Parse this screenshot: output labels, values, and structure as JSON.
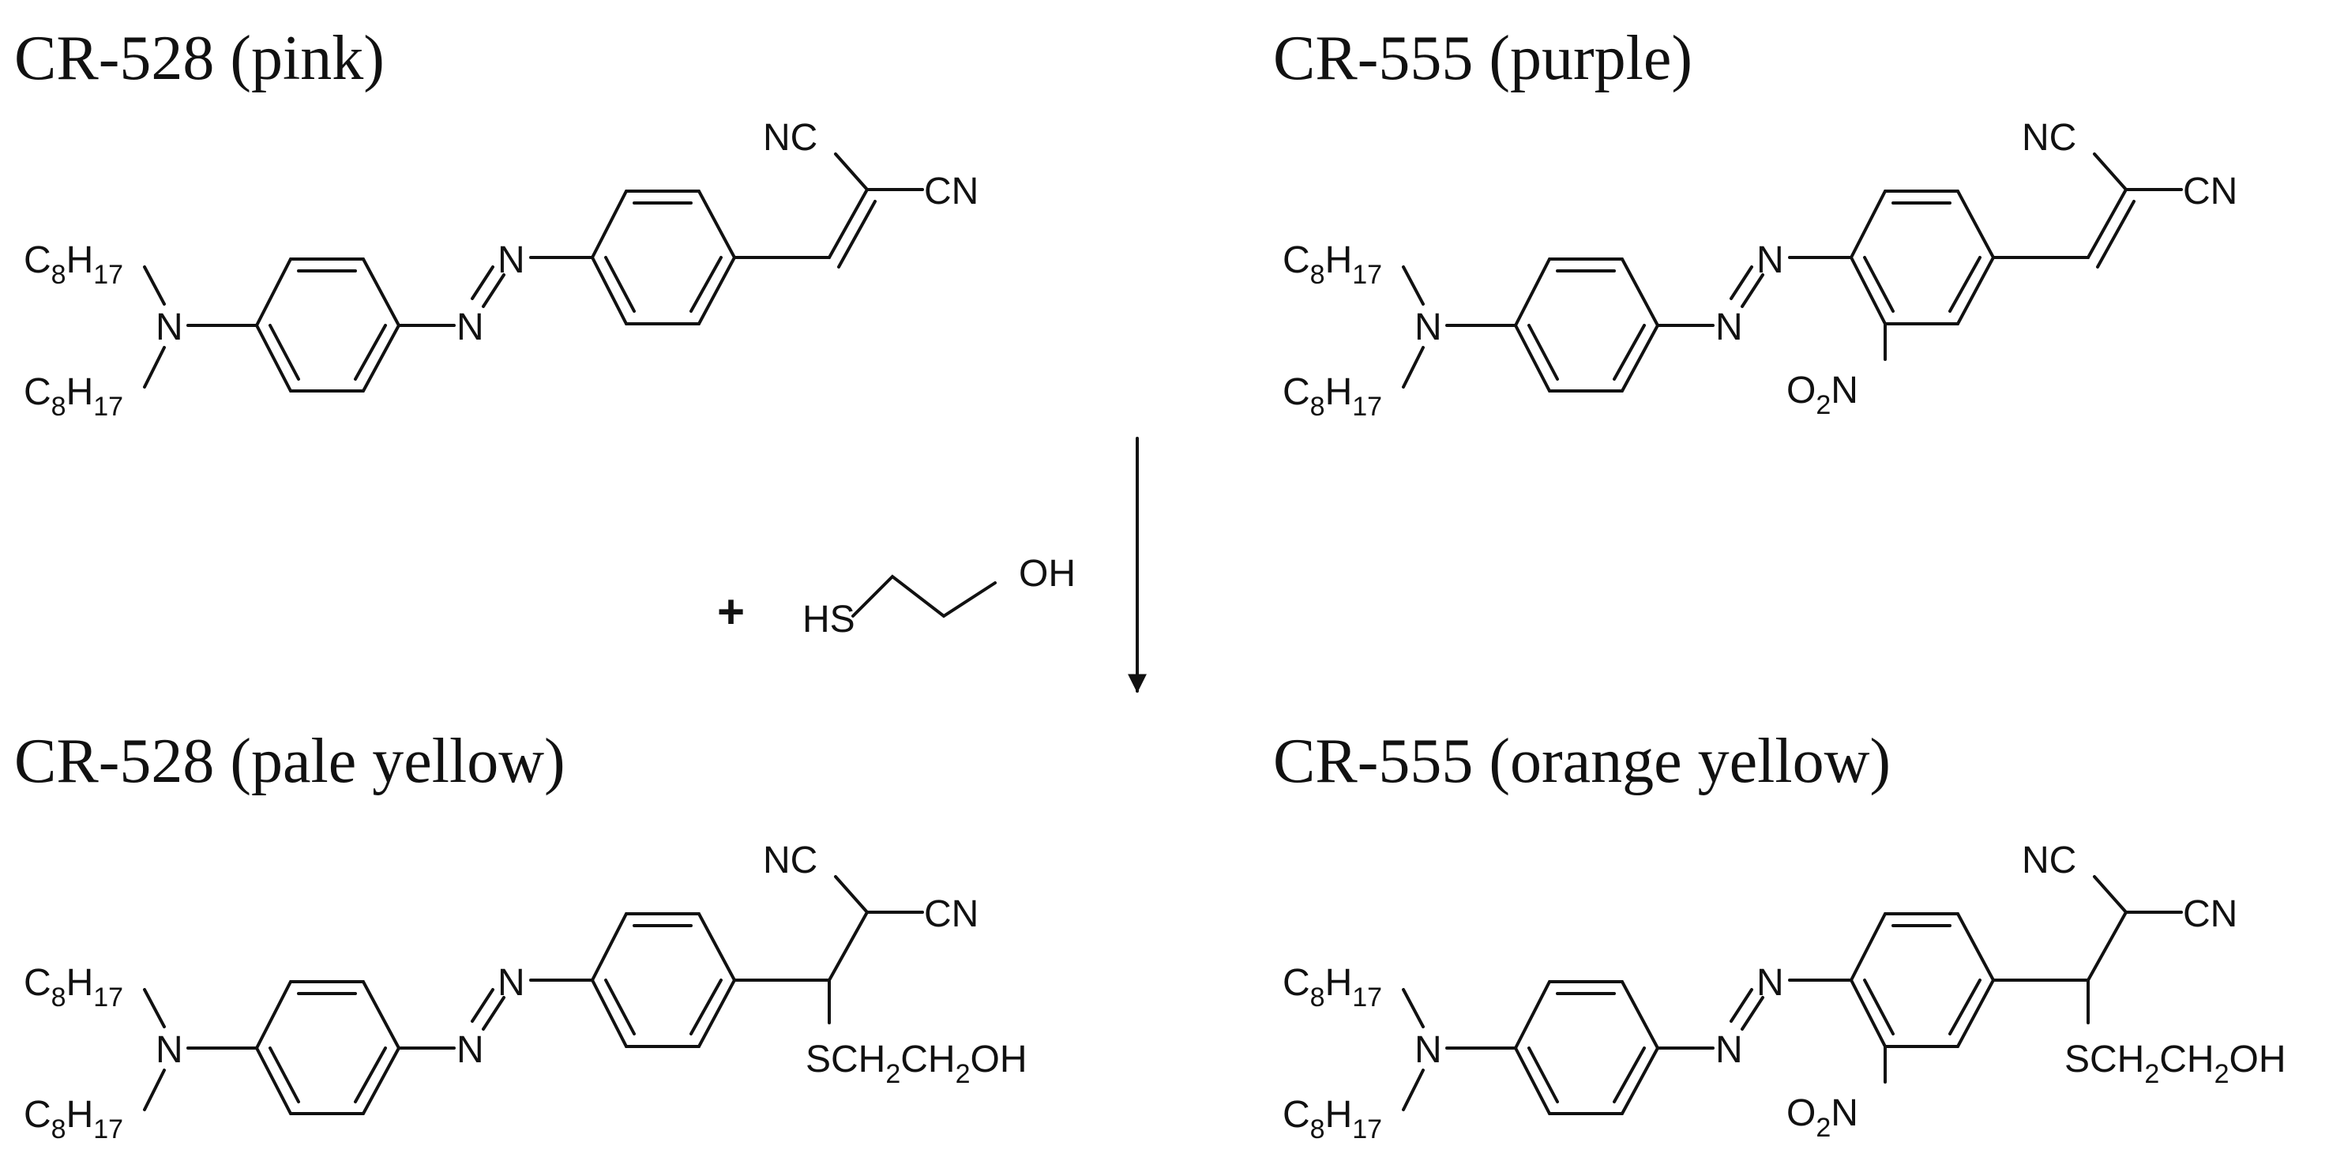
{
  "titles": {
    "tl": "CR-528 (pink)",
    "tr": "CR-555 (purple)",
    "bl": "CR-528 (pale yellow)",
    "br": "CR-555 (orange yellow)"
  },
  "labels": {
    "alkyl_c": "C",
    "alkyl_8": "8",
    "alkyl_h": "H",
    "alkyl_17": "17",
    "amine_n": "N",
    "azo_n": "N",
    "nc": "NC",
    "cn": "CN",
    "nitro_o": "O",
    "nitro_2": "2",
    "nitro_n": "N",
    "s": "S",
    "ch": "CH",
    "two": "2",
    "oh": "OH",
    "reagent_hs": "HS",
    "reagent_oh": "OH",
    "plus": "+"
  },
  "colors": {
    "ink": "#111111",
    "background": "#ffffff"
  }
}
